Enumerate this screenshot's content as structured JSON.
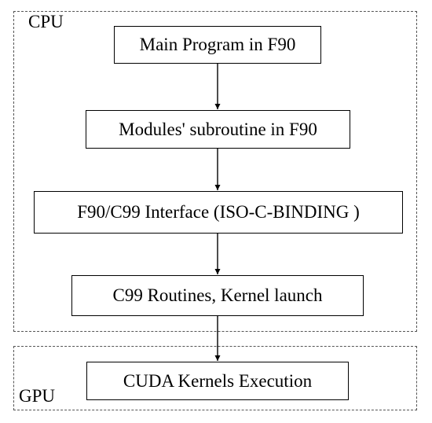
{
  "regions": {
    "cpu": {
      "label": "CPU"
    },
    "gpu": {
      "label": "GPU"
    }
  },
  "nodes": [
    {
      "id": "main",
      "label": "Main Program in F90"
    },
    {
      "id": "modules",
      "label": "Modules' subroutine in F90"
    },
    {
      "id": "interface",
      "label": "F90/C99 Interface (ISO-C-BINDING )"
    },
    {
      "id": "c99",
      "label": "C99 Routines, Kernel launch"
    },
    {
      "id": "cuda",
      "label": "CUDA Kernels Execution"
    }
  ],
  "edges": [
    {
      "from": "main",
      "to": "modules"
    },
    {
      "from": "modules",
      "to": "interface"
    },
    {
      "from": "interface",
      "to": "c99"
    },
    {
      "from": "c99",
      "to": "cuda"
    }
  ]
}
